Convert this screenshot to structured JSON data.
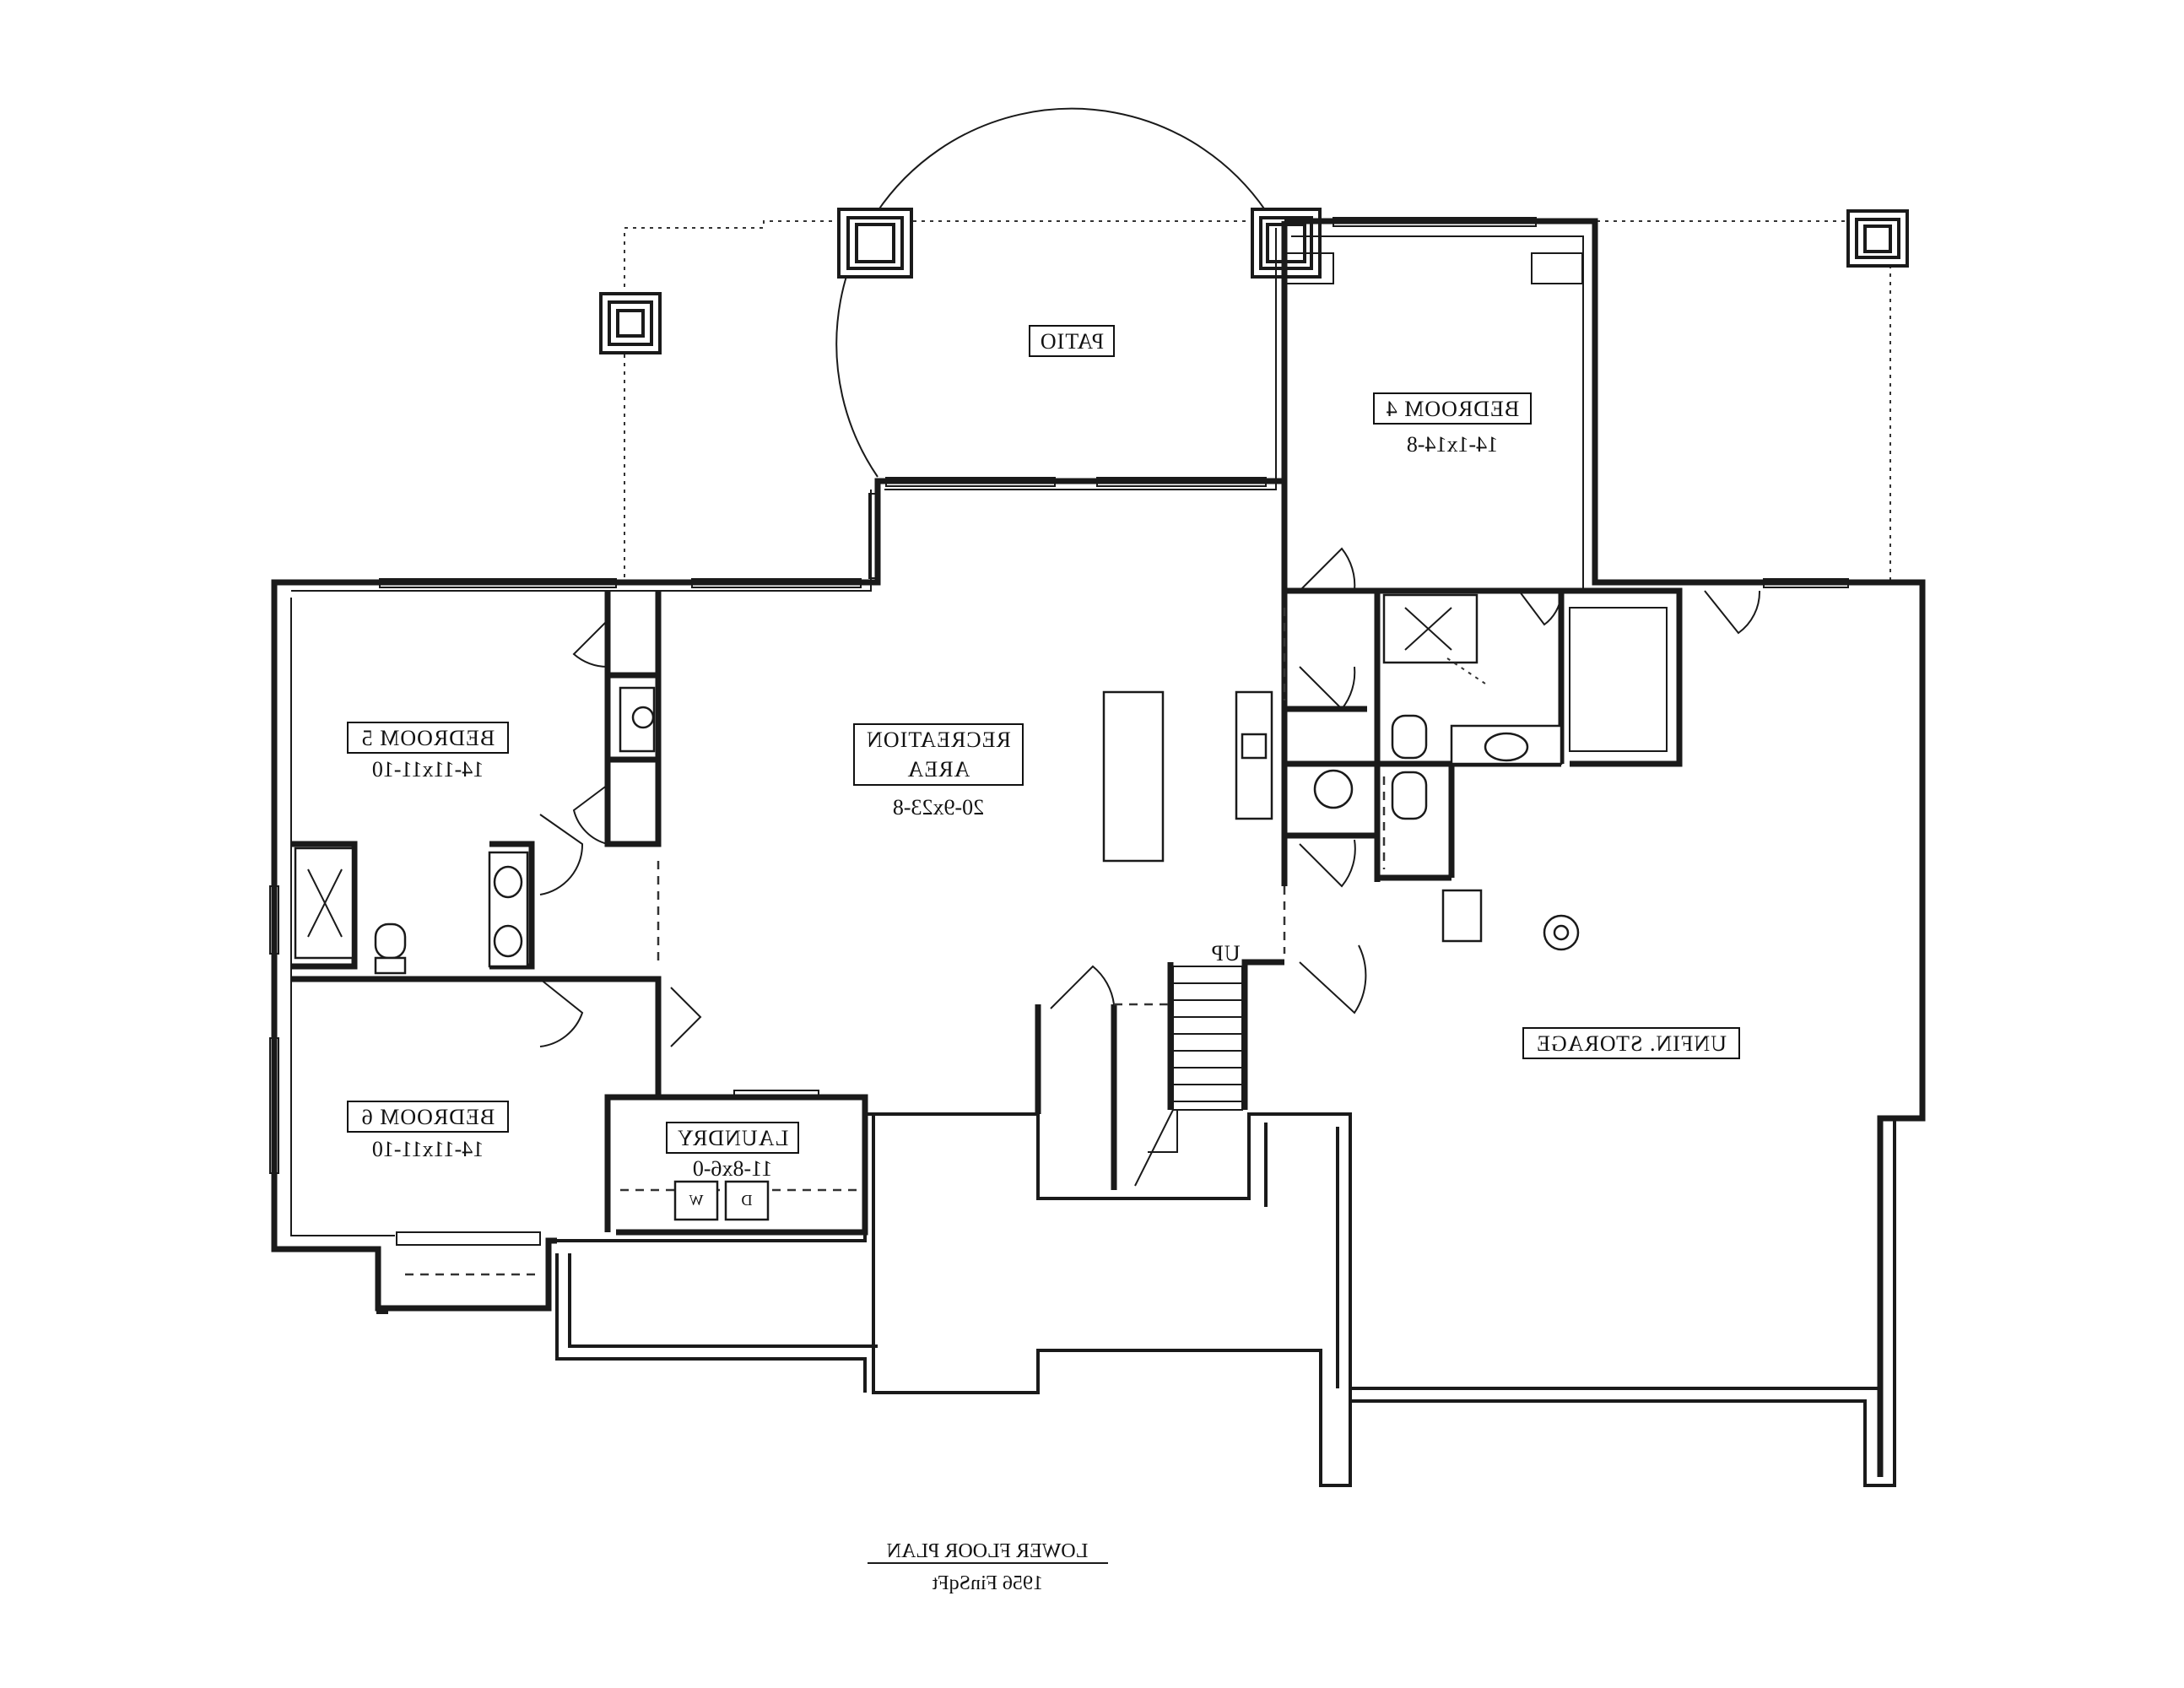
{
  "plan": {
    "title": "LOWER FLOOR PLAN",
    "subtitle": "1956 FinSqFt"
  },
  "rooms": {
    "patio": {
      "name": "PATIO"
    },
    "bedroom4": {
      "name": "BEDROOM 4",
      "dims": "14-1x14-8"
    },
    "bedroom5": {
      "name": "BEDROOM 5",
      "dims": "14-11x11-10"
    },
    "bedroom6": {
      "name": "BEDROOM 6",
      "dims": "14-11x11-10"
    },
    "recreation": {
      "name_line1": "RECREATION",
      "name_line2": "AREA",
      "dims": "20-9x23-8"
    },
    "laundry": {
      "name": "LAUNDRY",
      "dims": "11-8x6-0"
    },
    "storage": {
      "name": "UNFIN. STORAGE"
    }
  },
  "stair": {
    "label": "UP"
  },
  "appliances": {
    "washer": "W",
    "dryer": "D"
  },
  "note": "All drawing text appears mirrored (horizontally flipped) in the source image."
}
